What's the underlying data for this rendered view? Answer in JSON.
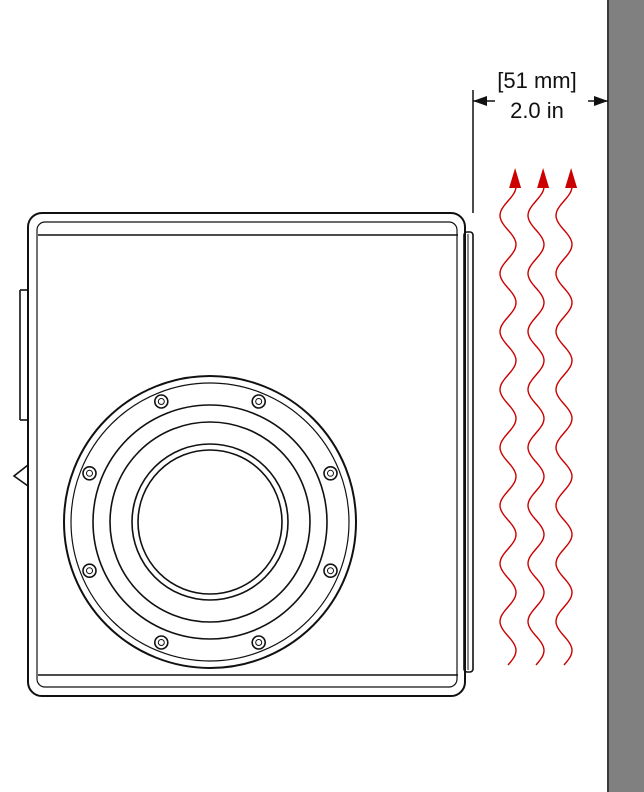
{
  "dimension": {
    "metric_label": "[51 mm]",
    "imperial_label": "2.0 in"
  },
  "airflow": {
    "arrow_count": 3,
    "direction": "up",
    "color": "#cc0000"
  },
  "colors": {
    "wall_face": "#808080",
    "wall_edge": "#3a3a3a",
    "line": "#111111"
  },
  "elements": {
    "camera_body": "camera-housing",
    "lens": "lens-assembly",
    "wall": "mounting-wall"
  }
}
